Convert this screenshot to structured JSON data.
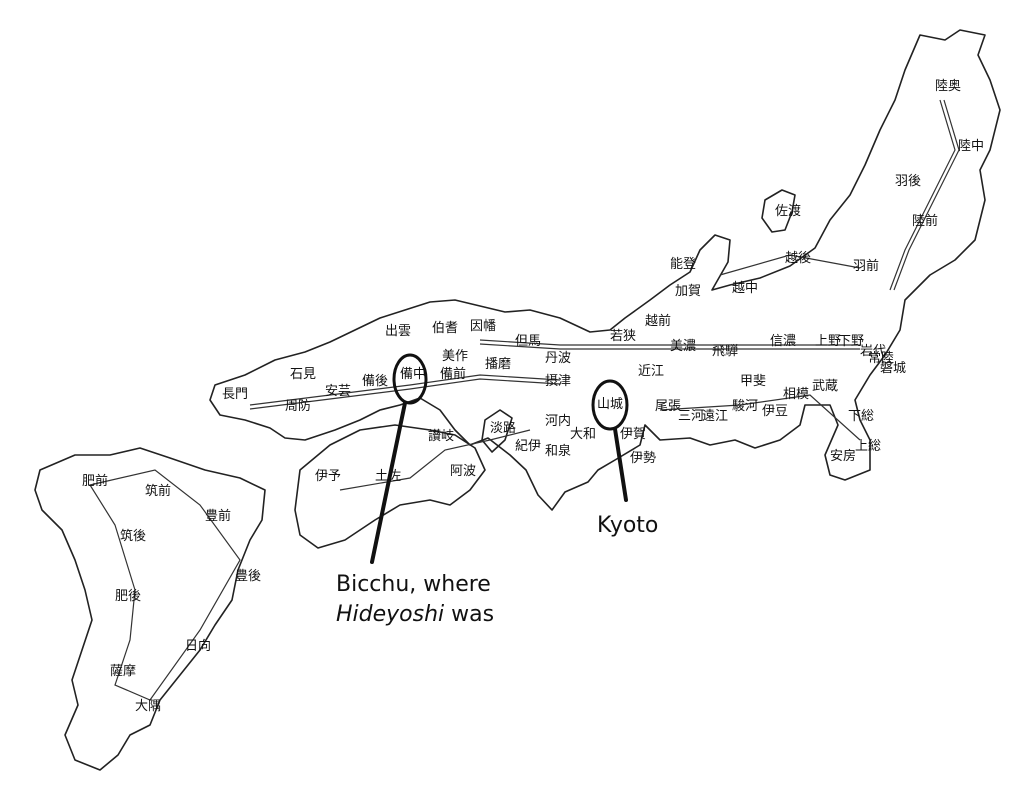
{
  "annotations": {
    "bicchu": {
      "part1": "Bicchu, where",
      "italic": "Hideyoshi",
      "part2": " was"
    },
    "kyoto": {
      "label": "Kyoto"
    }
  },
  "provinces": [
    "陸奥",
    "陸中",
    "羽後",
    "陸前",
    "羽前",
    "岩代",
    "磐城",
    "佐渡",
    "越後",
    "能登",
    "加賀",
    "越中",
    "越前",
    "若狭",
    "飛騨",
    "信濃",
    "上野",
    "下野",
    "常陸",
    "下総",
    "上総",
    "安房",
    "武蔵",
    "相模",
    "甲斐",
    "伊豆",
    "駿河",
    "遠江",
    "三河",
    "尾張",
    "美濃",
    "近江",
    "伊賀",
    "伊勢",
    "山城",
    "大和",
    "丹波",
    "但馬",
    "摂津",
    "河内",
    "和泉",
    "紀伊",
    "因幡",
    "伯耆",
    "出雲",
    "石見",
    "長門",
    "周防",
    "安芸",
    "備後",
    "備中",
    "備前",
    "美作",
    "播磨",
    "讃岐",
    "阿波",
    "土佐",
    "伊予",
    "淡路",
    "筑前",
    "豊前",
    "肥前",
    "筑後",
    "豊後",
    "肥後",
    "日向",
    "薩摩",
    "大隅"
  ]
}
